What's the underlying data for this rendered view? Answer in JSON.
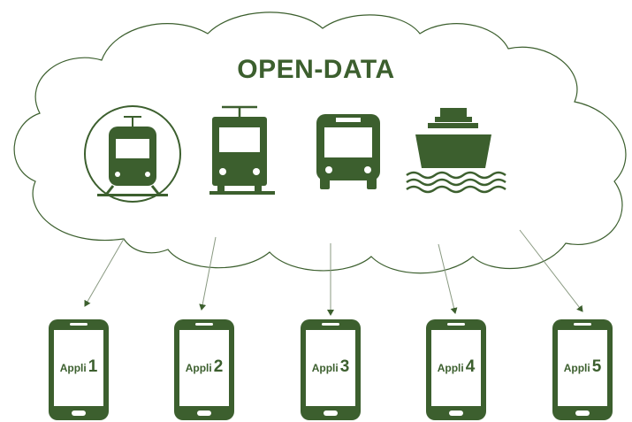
{
  "title": "OPEN-DATA",
  "colors": {
    "primary": "#3c5f2e",
    "line": "#8a9a82",
    "background": "#ffffff"
  },
  "transport_icons": [
    {
      "name": "metro-icon"
    },
    {
      "name": "tram-icon"
    },
    {
      "name": "bus-icon"
    },
    {
      "name": "ship-icon"
    }
  ],
  "apps": [
    {
      "word": "Appli",
      "number": "1"
    },
    {
      "word": "Appli",
      "number": "2"
    },
    {
      "word": "Appli",
      "number": "3"
    },
    {
      "word": "Appli",
      "number": "4"
    },
    {
      "word": "Appli",
      "number": "5"
    }
  ]
}
